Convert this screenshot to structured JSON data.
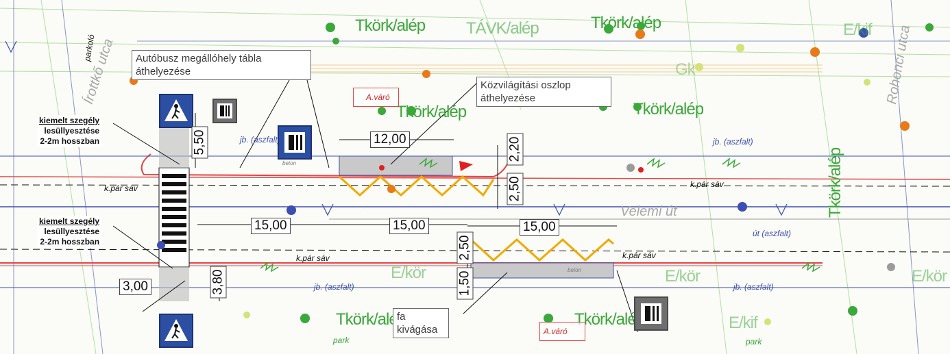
{
  "colors": {
    "green_label": "#3aa83a",
    "road_blue": "#3d4fb0",
    "curb_red": "#e04848",
    "zigzag_yellow": "#f2a900",
    "sign_blue": "#2d4fa3"
  },
  "callouts": {
    "bus_stop_sign": "Autóbusz megállóhely tábla áthelyezése",
    "street_light": "Közvilágítási oszlop áthelyezése",
    "tree_removal": "fa kivágása"
  },
  "curb_notes": {
    "upper": {
      "line1": "kiemelt szegély",
      "line2": "lesüllyesztése",
      "line3": "2-2m hosszban"
    },
    "lower": {
      "line1": "kiemelt szegély",
      "line2": "lesüllyesztése",
      "line3": "2-2m hosszban"
    }
  },
  "dimensions": {
    "d_5_50": "5,50",
    "d_12_00": "12,00",
    "d_2_20": "2,20",
    "d_2_50_top": "2,50",
    "d_15_00_a": "15,00",
    "d_15_00_b": "15,00",
    "d_15_00_c": "15,00",
    "d_2_50_bottom": "2,50",
    "d_1_50": "1,50",
    "d_3_80": "3,80",
    "d_3_00": "3,00"
  },
  "map_labels": {
    "utility_line": "Tkörk/alép",
    "utility_line_alt": "TÁVK/alép",
    "e_kif": "E/kif",
    "e_kor": "E/kör",
    "street_name": "Velemi út",
    "rohonci": "Rohonci utca",
    "iroko": "Írottkő utca",
    "parkolo": "parkoló",
    "jb_aszfalt": "jb. (aszfalt)",
    "ut_aszfalt": "út (aszfalt)",
    "k_par_sav": "k.pár sáv",
    "beton": "beton",
    "a_varo": "A.váró",
    "park": "park",
    "gk": "Gk"
  },
  "icons": [
    "pedestrian-crossing-sign",
    "bus-stop-sign",
    "tree-symbol",
    "street-light-pole"
  ]
}
